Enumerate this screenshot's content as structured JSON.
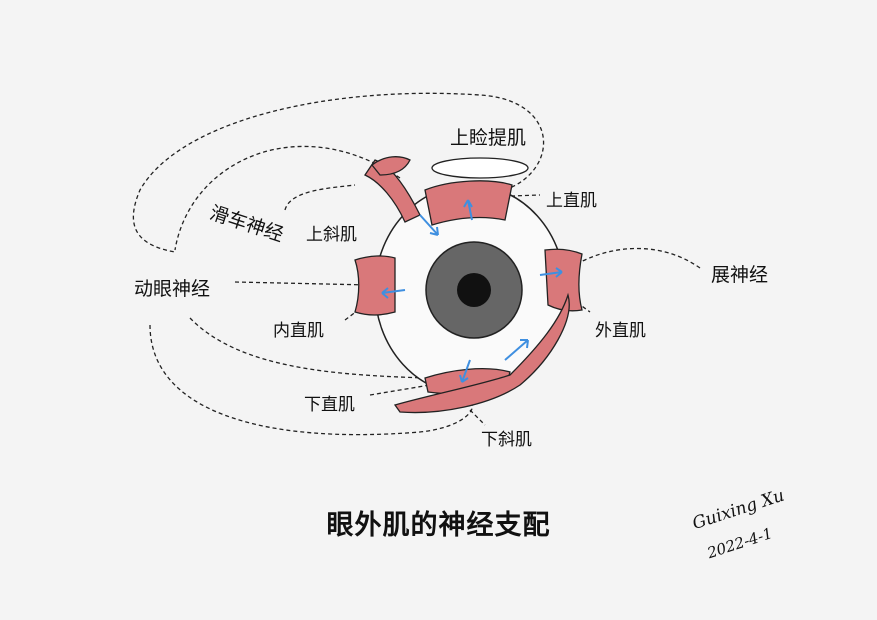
{
  "title": "眼外肌的神经支配",
  "labels": {
    "levator": "上睑提肌",
    "superior_rectus": "上直肌",
    "trochlear_nerve": "滑车神经",
    "superior_oblique": "上斜肌",
    "abducens_nerve": "展神经",
    "oculomotor_nerve": "动眼神经",
    "medial_rectus": "内直肌",
    "lateral_rectus": "外直肌",
    "inferior_rectus": "下直肌",
    "inferior_oblique": "下斜肌"
  },
  "signature": {
    "name": "Guixing Xu",
    "date": "2022-4-1"
  },
  "colors": {
    "muscle": "#d9787a",
    "arrow": "#3f8fe0",
    "iris": "#666666",
    "pupil": "#111111"
  }
}
